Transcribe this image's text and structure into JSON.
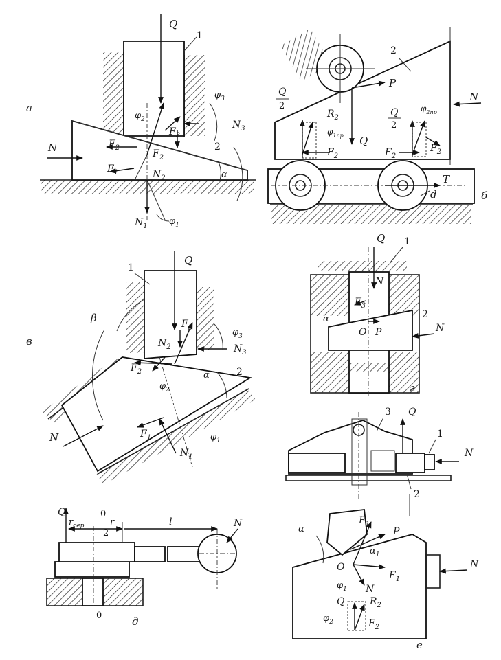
{
  "panels": {
    "a": {
      "letter": "а",
      "labels": {
        "Q": "Q",
        "part1": "1",
        "part2": "2",
        "N": "N",
        "N1": "N",
        "N1_sub": "1",
        "N2": "N",
        "N2_sub": "2",
        "N3": "N",
        "N3_sub": "3",
        "F1": "F",
        "F1_sub": "1",
        "F2a": "F",
        "F2a_sub": "2",
        "F2b": "F",
        "F2b_sub": "2",
        "F3": "F",
        "F3_sub": "3",
        "phi1": "φ",
        "phi1_sub": "1",
        "phi2": "φ",
        "phi2_sub": "2",
        "phi3": "φ",
        "phi3_sub": "3",
        "alpha": "α"
      }
    },
    "b": {
      "letter": "б",
      "labels": {
        "Q_over_2_num": "Q",
        "Q_over_2_den": "2",
        "Q_over_2b_num": "Q",
        "Q_over_2b_den": "2",
        "Q": "Q",
        "part2": "2",
        "P": "P",
        "N": "N",
        "R2": "R",
        "R2_sub": "2",
        "F2a": "F",
        "F2a_sub": "2",
        "F2b": "F",
        "F2b_sub": "2",
        "F2c": "F",
        "F2c_sub": "2",
        "phi_pr": "φ",
        "phi_pr_sub": "1пр",
        "phi_2pr": "φ",
        "phi_2pr_sub": "2пр",
        "T": "T",
        "d": "d"
      }
    },
    "v": {
      "letter": "в",
      "labels": {
        "Q": "Q",
        "part1": "1",
        "part2": "2",
        "beta": "β",
        "N": "N",
        "N1": "N",
        "N1_sub": "1",
        "N2": "N",
        "N2_sub": "2",
        "N3": "N",
        "N3_sub": "3",
        "F1": "F",
        "F1_sub": "1",
        "F2": "F",
        "F2_sub": "2",
        "F3": "F",
        "F3_sub": "3",
        "phi1": "φ",
        "phi1_sub": "1",
        "phi2": "φ",
        "phi2_sub": "2",
        "phi3": "φ",
        "phi3_sub": "3",
        "alpha": "α"
      }
    },
    "g": {
      "letter": "г",
      "labels": {
        "Q": "Q",
        "part1": "1",
        "part2": "2",
        "N_top": "N",
        "N": "N",
        "F3": "F",
        "F3_sub": "3",
        "alpha": "α",
        "O": "O",
        "P": "P"
      }
    },
    "d": {
      "letter": "д",
      "labels": {
        "Q": "Q",
        "r_cp": "r",
        "r_cp_sub": "сер",
        "zero_top": "0",
        "r": "r",
        "l": "l",
        "N": "N",
        "part2": "2",
        "zero_bottom": "0"
      }
    },
    "e": {
      "letter": "е",
      "labels": {
        "part1": "1",
        "part2": "2",
        "part3": "3",
        "Q_top": "Q",
        "N_top": "N",
        "alpha": "α",
        "F1a": "F",
        "F1a_sub": "1",
        "F1b": "F",
        "F1b_sub": "1",
        "P": "P",
        "O": "O",
        "N_mid": "N",
        "N_right": "N",
        "alpha1": "α",
        "alpha1_sub": "1",
        "phi1": "φ",
        "phi1_sub": "1",
        "phi2": "φ",
        "phi2_sub": "2",
        "Q_bot": "Q",
        "R2": "R",
        "R2_sub": "2",
        "F2": "F",
        "F2_sub": "2"
      }
    }
  }
}
